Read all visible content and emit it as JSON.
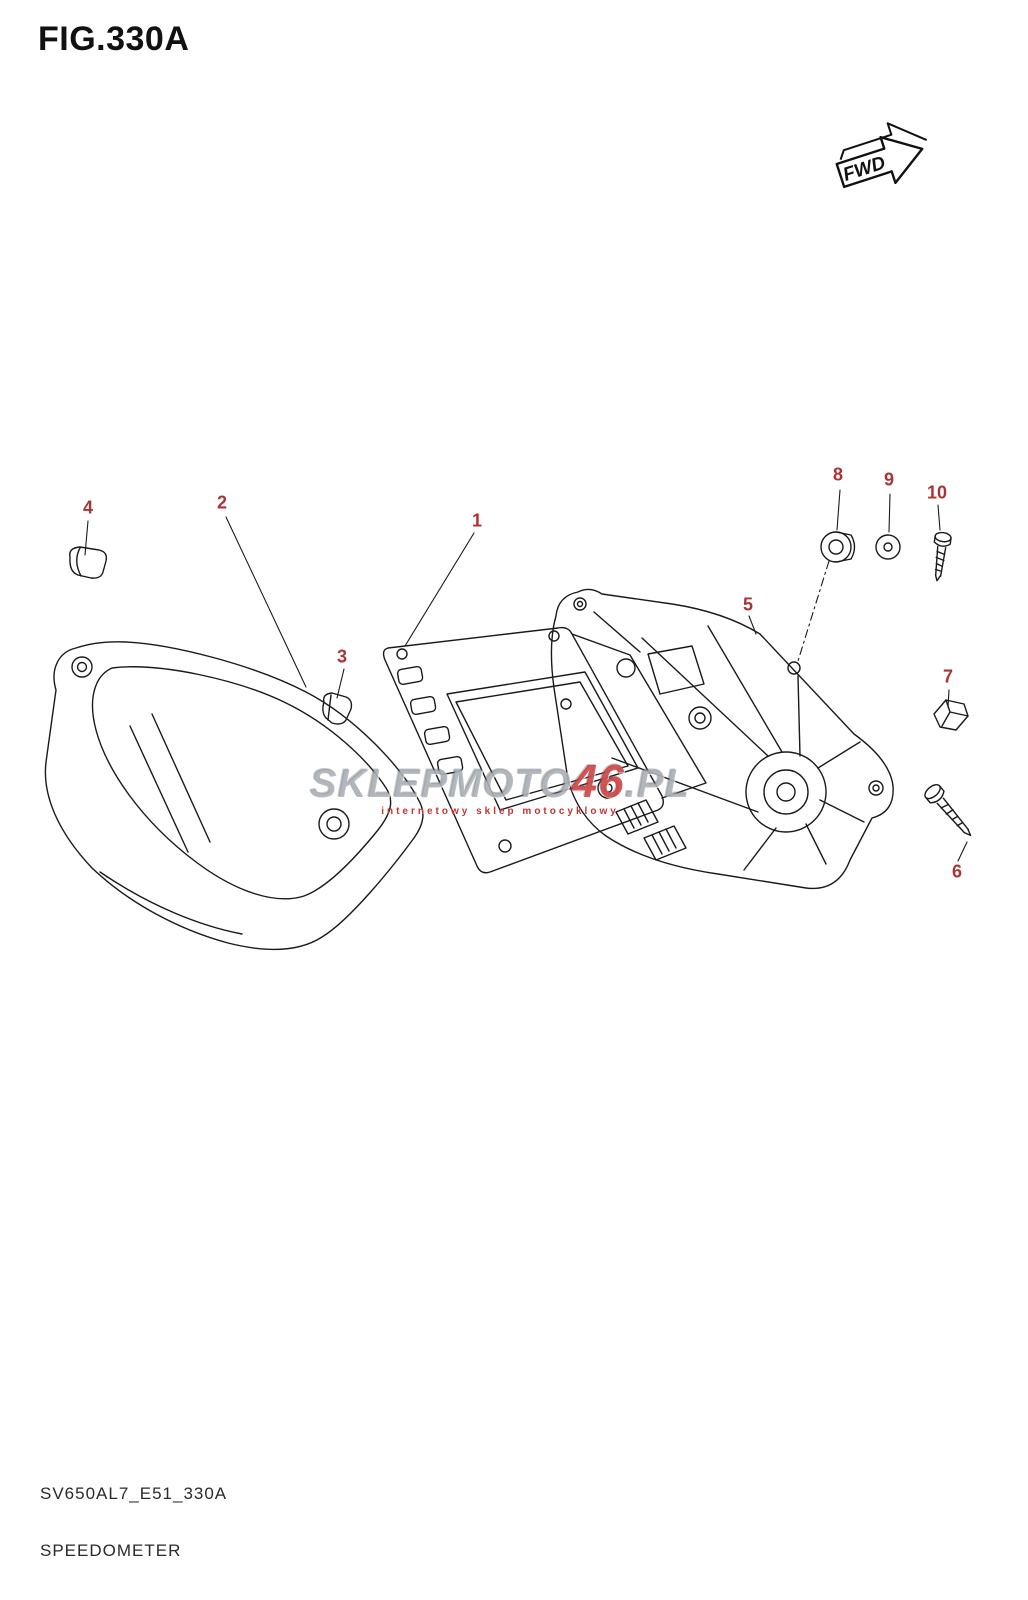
{
  "figure": {
    "title": "FIG.330A"
  },
  "fwd": {
    "label": "FWD"
  },
  "callouts": [
    "1",
    "2",
    "3",
    "4",
    "5",
    "6",
    "7",
    "8",
    "9",
    "10"
  ],
  "watermark": {
    "part1": "SKLEPMOTO",
    "accent": "46",
    "part2": ".PL",
    "subtitle": "internetowy sklep motocyklowy"
  },
  "footer": {
    "code": "SV650AL7_E51_330A",
    "name": "SPEEDOMETER"
  },
  "colors": {
    "callout_red": "#aa3333",
    "line": "#1a1a1a",
    "watermark_accent": "#c82f2f"
  }
}
